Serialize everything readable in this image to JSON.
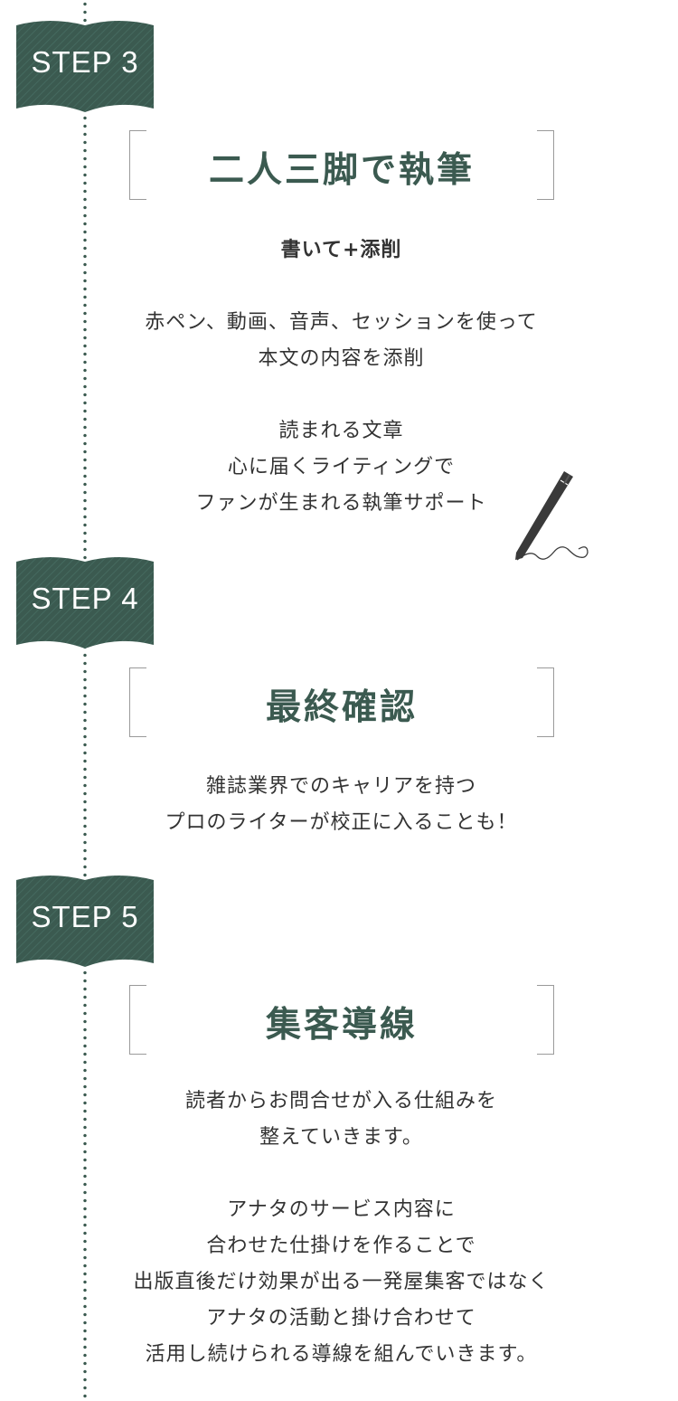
{
  "colors": {
    "accent": "#3b5a50",
    "bracket": "#9a9a9a",
    "text": "#333333"
  },
  "steps": [
    {
      "label": "STEP 3",
      "title": "二人三脚で執筆",
      "subheading": "書いて+添削",
      "lines": [
        "赤ペン、動画、音声、セッションを使って",
        "本文の内容を添削",
        "",
        "読まれる文章",
        "心に届くライティングで",
        "ファンが生まれる執筆サポート"
      ],
      "icon": "pen-icon"
    },
    {
      "label": "STEP 4",
      "title": "最終確認",
      "lines": [
        "雑誌業界でのキャリアを持つ",
        "プロのライターが校正に入ることも！"
      ]
    },
    {
      "label": "STEP 5",
      "title": "集客導線",
      "lines": [
        "読者からお問合せが入る仕組みを",
        "整えていきます。",
        "",
        "アナタのサービス内容に",
        "合わせた仕掛けを作ることで",
        "出版直後だけ効果が出る一発屋集客ではなく",
        "アナタの活動と掛け合わせて",
        "活用し続けられる導線を組んでいきます。"
      ]
    }
  ]
}
